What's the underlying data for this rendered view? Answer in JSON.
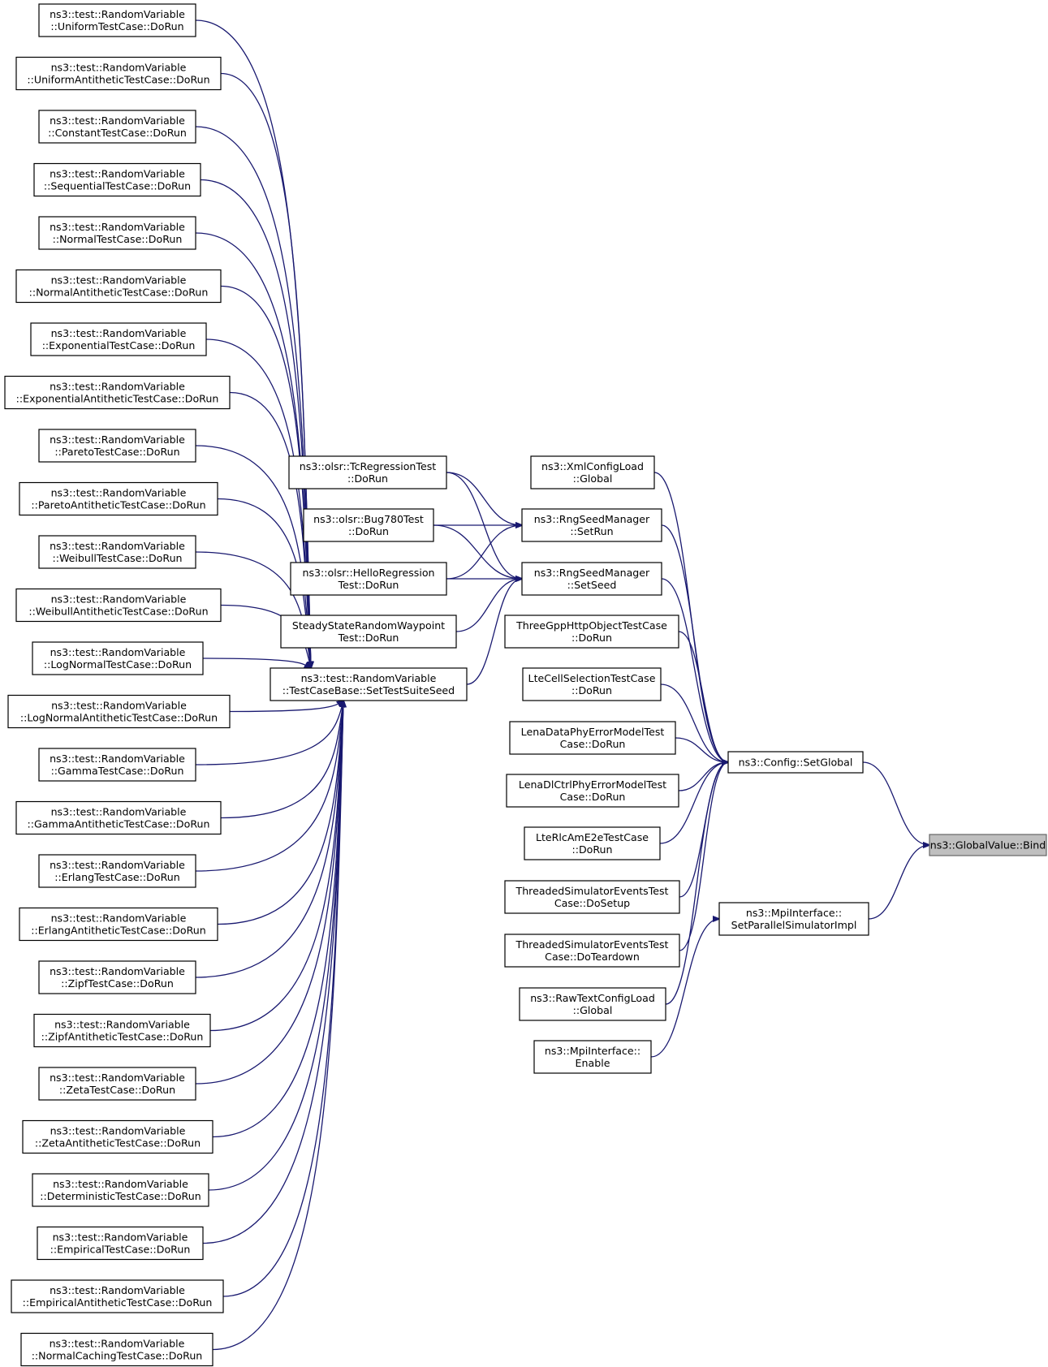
{
  "root": "bind",
  "nodes": [
    {
      "id": "bind",
      "lines": [
        "ns3::GlobalValue::Bind"
      ]
    },
    {
      "id": "setglobal",
      "lines": [
        "ns3::Config::SetGlobal"
      ]
    },
    {
      "id": "setparallel",
      "lines": [
        "ns3::MpiInterface::",
        "SetParallelSimulatorImpl"
      ]
    },
    {
      "id": "xmlglobal",
      "lines": [
        "ns3::XmlConfigLoad",
        "::Global"
      ]
    },
    {
      "id": "setrun",
      "lines": [
        "ns3::RngSeedManager",
        "::SetRun"
      ]
    },
    {
      "id": "setseed",
      "lines": [
        "ns3::RngSeedManager",
        "::SetSeed"
      ]
    },
    {
      "id": "threegpp",
      "lines": [
        "ThreeGppHttpObjectTestCase",
        "::DoRun"
      ]
    },
    {
      "id": "ltecell",
      "lines": [
        "LteCellSelectionTestCase",
        "::DoRun"
      ]
    },
    {
      "id": "lenadata",
      "lines": [
        "LenaDataPhyErrorModelTest",
        "Case::DoRun"
      ]
    },
    {
      "id": "lenadl",
      "lines": [
        "LenaDlCtrlPhyErrorModelTest",
        "Case::DoRun"
      ]
    },
    {
      "id": "lterlc",
      "lines": [
        "LteRlcAmE2eTestCase",
        "::DoRun"
      ]
    },
    {
      "id": "threadedsetup",
      "lines": [
        "ThreadedSimulatorEventsTest",
        "Case::DoSetup"
      ]
    },
    {
      "id": "threadedteardown",
      "lines": [
        "ThreadedSimulatorEventsTest",
        "Case::DoTeardown"
      ]
    },
    {
      "id": "rawtext",
      "lines": [
        "ns3::RawTextConfigLoad",
        "::Global"
      ]
    },
    {
      "id": "mpienable",
      "lines": [
        "ns3::MpiInterface::",
        "Enable"
      ]
    },
    {
      "id": "olsrtc",
      "lines": [
        "ns3::olsr::TcRegressionTest",
        "::DoRun"
      ]
    },
    {
      "id": "olsrbug",
      "lines": [
        "ns3::olsr::Bug780Test",
        "::DoRun"
      ]
    },
    {
      "id": "olsrhello",
      "lines": [
        "ns3::olsr::HelloRegression",
        "Test::DoRun"
      ]
    },
    {
      "id": "steady",
      "lines": [
        "SteadyStateRandomWaypoint",
        "Test::DoRun"
      ]
    },
    {
      "id": "suiteseed",
      "lines": [
        "ns3::test::RandomVariable",
        "::TestCaseBase::SetTestSuiteSeed"
      ]
    },
    {
      "id": "t01",
      "lines": [
        "ns3::test::RandomVariable",
        "::UniformTestCase::DoRun"
      ]
    },
    {
      "id": "t02",
      "lines": [
        "ns3::test::RandomVariable",
        "::UniformAntitheticTestCase::DoRun"
      ]
    },
    {
      "id": "t03",
      "lines": [
        "ns3::test::RandomVariable",
        "::ConstantTestCase::DoRun"
      ]
    },
    {
      "id": "t04",
      "lines": [
        "ns3::test::RandomVariable",
        "::SequentialTestCase::DoRun"
      ]
    },
    {
      "id": "t05",
      "lines": [
        "ns3::test::RandomVariable",
        "::NormalTestCase::DoRun"
      ]
    },
    {
      "id": "t06",
      "lines": [
        "ns3::test::RandomVariable",
        "::NormalAntitheticTestCase::DoRun"
      ]
    },
    {
      "id": "t07",
      "lines": [
        "ns3::test::RandomVariable",
        "::ExponentialTestCase::DoRun"
      ]
    },
    {
      "id": "t08",
      "lines": [
        "ns3::test::RandomVariable",
        "::ExponentialAntitheticTestCase::DoRun"
      ]
    },
    {
      "id": "t09",
      "lines": [
        "ns3::test::RandomVariable",
        "::ParetoTestCase::DoRun"
      ]
    },
    {
      "id": "t10",
      "lines": [
        "ns3::test::RandomVariable",
        "::ParetoAntitheticTestCase::DoRun"
      ]
    },
    {
      "id": "t11",
      "lines": [
        "ns3::test::RandomVariable",
        "::WeibullTestCase::DoRun"
      ]
    },
    {
      "id": "t12",
      "lines": [
        "ns3::test::RandomVariable",
        "::WeibullAntitheticTestCase::DoRun"
      ]
    },
    {
      "id": "t13",
      "lines": [
        "ns3::test::RandomVariable",
        "::LogNormalTestCase::DoRun"
      ]
    },
    {
      "id": "t14",
      "lines": [
        "ns3::test::RandomVariable",
        "::LogNormalAntitheticTestCase::DoRun"
      ]
    },
    {
      "id": "t15",
      "lines": [
        "ns3::test::RandomVariable",
        "::GammaTestCase::DoRun"
      ]
    },
    {
      "id": "t16",
      "lines": [
        "ns3::test::RandomVariable",
        "::GammaAntitheticTestCase::DoRun"
      ]
    },
    {
      "id": "t17",
      "lines": [
        "ns3::test::RandomVariable",
        "::ErlangTestCase::DoRun"
      ]
    },
    {
      "id": "t18",
      "lines": [
        "ns3::test::RandomVariable",
        "::ErlangAntitheticTestCase::DoRun"
      ]
    },
    {
      "id": "t19",
      "lines": [
        "ns3::test::RandomVariable",
        "::ZipfTestCase::DoRun"
      ]
    },
    {
      "id": "t20",
      "lines": [
        "ns3::test::RandomVariable",
        "::ZipfAntitheticTestCase::DoRun"
      ]
    },
    {
      "id": "t21",
      "lines": [
        "ns3::test::RandomVariable",
        "::ZetaTestCase::DoRun"
      ]
    },
    {
      "id": "t22",
      "lines": [
        "ns3::test::RandomVariable",
        "::ZetaAntitheticTestCase::DoRun"
      ]
    },
    {
      "id": "t23",
      "lines": [
        "ns3::test::RandomVariable",
        "::DeterministicTestCase::DoRun"
      ]
    },
    {
      "id": "t24",
      "lines": [
        "ns3::test::RandomVariable",
        "::EmpiricalTestCase::DoRun"
      ]
    },
    {
      "id": "t25",
      "lines": [
        "ns3::test::RandomVariable",
        "::EmpiricalAntitheticTestCase::DoRun"
      ]
    },
    {
      "id": "t26",
      "lines": [
        "ns3::test::RandomVariable",
        "::NormalCachingTestCase::DoRun"
      ]
    }
  ],
  "edges": [
    {
      "from": "setglobal",
      "to": "bind"
    },
    {
      "from": "setparallel",
      "to": "bind"
    },
    {
      "from": "xmlglobal",
      "to": "setglobal"
    },
    {
      "from": "setrun",
      "to": "setglobal"
    },
    {
      "from": "setseed",
      "to": "setglobal"
    },
    {
      "from": "threegpp",
      "to": "setglobal"
    },
    {
      "from": "ltecell",
      "to": "setglobal"
    },
    {
      "from": "lenadata",
      "to": "setglobal"
    },
    {
      "from": "lenadl",
      "to": "setglobal"
    },
    {
      "from": "lterlc",
      "to": "setglobal"
    },
    {
      "from": "threadedsetup",
      "to": "setglobal"
    },
    {
      "from": "threadedteardown",
      "to": "setglobal"
    },
    {
      "from": "rawtext",
      "to": "setglobal"
    },
    {
      "from": "mpienable",
      "to": "setparallel"
    },
    {
      "from": "olsrtc",
      "to": "setrun"
    },
    {
      "from": "olsrbug",
      "to": "setrun"
    },
    {
      "from": "olsrhello",
      "to": "setrun"
    },
    {
      "from": "olsrtc",
      "to": "setseed"
    },
    {
      "from": "olsrbug",
      "to": "setseed"
    },
    {
      "from": "olsrhello",
      "to": "setseed"
    },
    {
      "from": "steady",
      "to": "setseed"
    },
    {
      "from": "suiteseed",
      "to": "setseed"
    },
    {
      "from": "t01",
      "to": "suiteseed"
    },
    {
      "from": "t02",
      "to": "suiteseed"
    },
    {
      "from": "t03",
      "to": "suiteseed"
    },
    {
      "from": "t04",
      "to": "suiteseed"
    },
    {
      "from": "t05",
      "to": "suiteseed"
    },
    {
      "from": "t06",
      "to": "suiteseed"
    },
    {
      "from": "t07",
      "to": "suiteseed"
    },
    {
      "from": "t08",
      "to": "suiteseed"
    },
    {
      "from": "t09",
      "to": "suiteseed"
    },
    {
      "from": "t10",
      "to": "suiteseed"
    },
    {
      "from": "t11",
      "to": "suiteseed"
    },
    {
      "from": "t12",
      "to": "suiteseed"
    },
    {
      "from": "t13",
      "to": "suiteseed"
    },
    {
      "from": "t14",
      "to": "suiteseed"
    },
    {
      "from": "t15",
      "to": "suiteseed"
    },
    {
      "from": "t16",
      "to": "suiteseed"
    },
    {
      "from": "t17",
      "to": "suiteseed"
    },
    {
      "from": "t18",
      "to": "suiteseed"
    },
    {
      "from": "t19",
      "to": "suiteseed"
    },
    {
      "from": "t20",
      "to": "suiteseed"
    },
    {
      "from": "t21",
      "to": "suiteseed"
    },
    {
      "from": "t22",
      "to": "suiteseed"
    },
    {
      "from": "t23",
      "to": "suiteseed"
    },
    {
      "from": "t24",
      "to": "suiteseed"
    },
    {
      "from": "t25",
      "to": "suiteseed"
    },
    {
      "from": "t26",
      "to": "suiteseed"
    }
  ],
  "colors": {
    "edge": "#191970",
    "node_border": "#000000",
    "root_fill": "#bfbfbf",
    "root_border": "#666666"
  }
}
